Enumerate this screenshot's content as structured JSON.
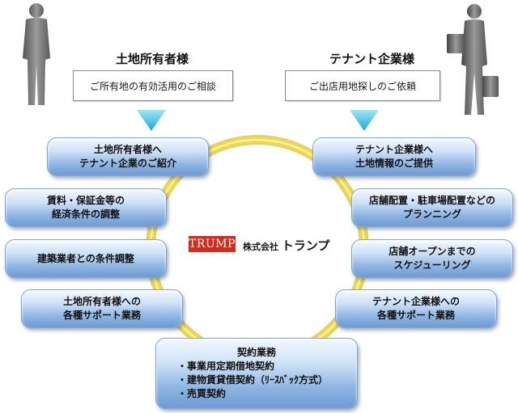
{
  "landowner": {
    "heading": "土地所有者様",
    "request": "ご所有地の有効活用のご相談"
  },
  "tenant": {
    "heading": "テナント企業様",
    "request": "ご出店用地探しのご依頼"
  },
  "center": {
    "logo_text": "TRUMP",
    "company_prefix": "株式会社",
    "company_name": "トランプ"
  },
  "services": {
    "intro_tenant": [
      "土地所有者様へ",
      "テナント企業のご紹介"
    ],
    "rent_terms": [
      "賃料・保証金等の",
      "経済条件の調整"
    ],
    "construction": "建築業者との条件調整",
    "owner_support": [
      "土地所有者様への",
      "各種サポート業務"
    ],
    "land_info": [
      "テナント企業様へ",
      "土地情報のご提供"
    ],
    "store_planning": [
      "店舗配置・駐車場配置などの",
      "プランニング"
    ],
    "schedule": [
      "店舗オープンまでの",
      "スケジューリング"
    ],
    "tenant_support": [
      "テナント企業様への",
      "各種サポート業務"
    ],
    "contract": {
      "title": "契約業務",
      "items": [
        "・事業用定期借地契約",
        "・建物賃貸借契約（ﾘｰｽﾊﾞｯｸ方式）",
        "・売買契約"
      ]
    }
  },
  "colors": {
    "ring": "#f2d21c",
    "arrow": "#22b6df",
    "logo_bg": "#d62a1e",
    "pill_edge": "#6d9ad3"
  },
  "icons": [
    "person-silhouette-icon",
    "businessman-silhouette-icon",
    "down-arrow-icon"
  ]
}
